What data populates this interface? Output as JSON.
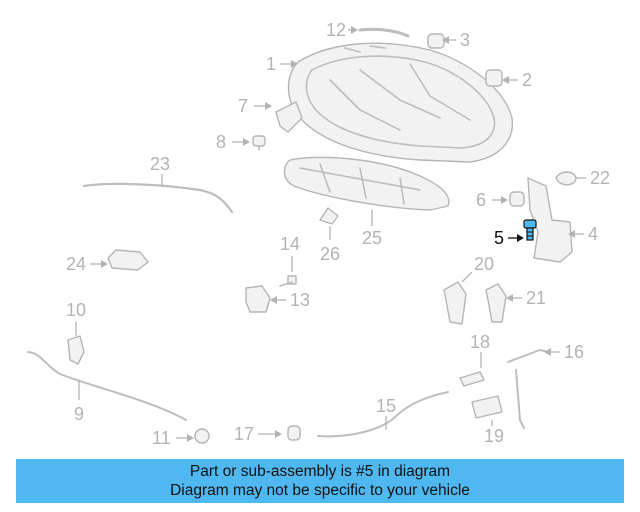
{
  "banner": {
    "line1": "Part or sub-assembly is #5 in diagram",
    "line2": "Diagram may not be specific to your vehicle",
    "color": "#4fb8f0"
  },
  "highlight": {
    "callout": "5",
    "color": "#4fb8f0"
  },
  "callouts": [
    "1",
    "2",
    "3",
    "4",
    "5",
    "6",
    "7",
    "8",
    "9",
    "10",
    "11",
    "12",
    "13",
    "14",
    "15",
    "16",
    "17",
    "18",
    "19",
    "20",
    "21",
    "22",
    "23",
    "24",
    "25",
    "26"
  ]
}
